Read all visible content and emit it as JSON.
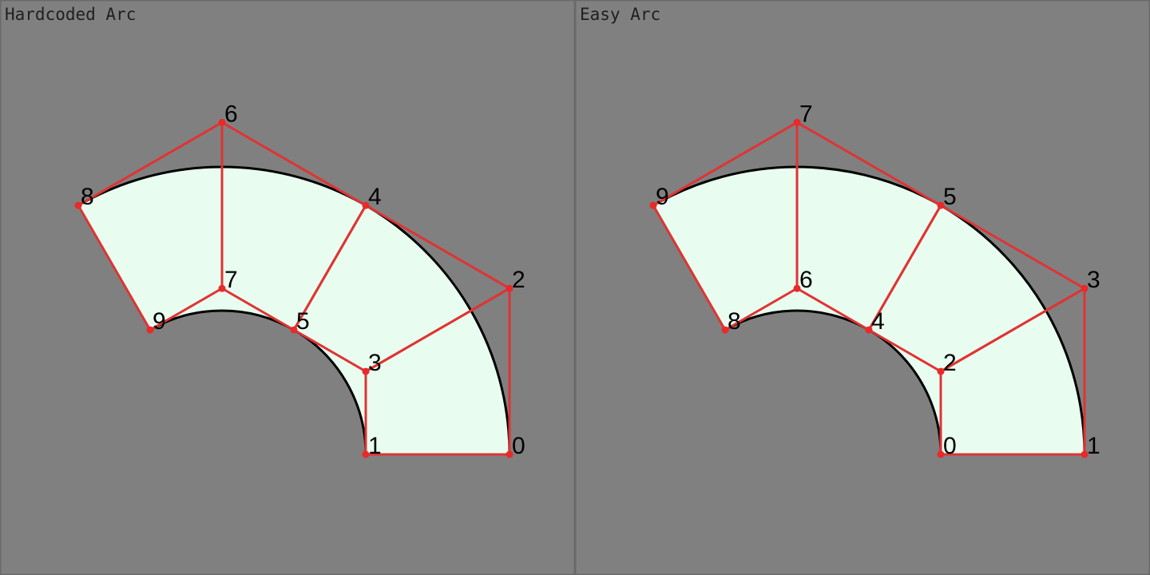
{
  "colors": {
    "background": "#808080",
    "band_fill": "#e8fdf0",
    "arc_edge": "#000000",
    "control_polygon": "#e03333",
    "control_point": "#e82a2a",
    "label": "#000000",
    "title_text": "#202020"
  },
  "panels": [
    {
      "title": "Hardcoded Arc",
      "points": [
        {
          "label": "0",
          "x": 1.0,
          "y": 0.0
        },
        {
          "label": "1",
          "x": 0.5,
          "y": 0.0
        },
        {
          "label": "2",
          "x": 1.0,
          "y": 0.5774
        },
        {
          "label": "3",
          "x": 0.5,
          "y": 0.2887
        },
        {
          "label": "4",
          "x": 0.5,
          "y": 0.866
        },
        {
          "label": "5",
          "x": 0.25,
          "y": 0.433
        },
        {
          "label": "6",
          "x": 0.0,
          "y": 1.1547
        },
        {
          "label": "7",
          "x": 0.0,
          "y": 0.5774
        },
        {
          "label": "8",
          "x": -0.5,
          "y": 0.866
        },
        {
          "label": "9",
          "x": -0.25,
          "y": 0.433
        }
      ]
    },
    {
      "title": "Easy Arc",
      "points": [
        {
          "label": "0",
          "x": 0.5,
          "y": 0.0
        },
        {
          "label": "1",
          "x": 1.0,
          "y": 0.0
        },
        {
          "label": "2",
          "x": 0.5,
          "y": 0.2887
        },
        {
          "label": "3",
          "x": 1.0,
          "y": 0.5774
        },
        {
          "label": "4",
          "x": 0.25,
          "y": 0.433
        },
        {
          "label": "5",
          "x": 0.5,
          "y": 0.866
        },
        {
          "label": "6",
          "x": 0.0,
          "y": 0.5774
        },
        {
          "label": "7",
          "x": 0.0,
          "y": 1.1547
        },
        {
          "label": "8",
          "x": -0.25,
          "y": 0.433
        },
        {
          "label": "9",
          "x": -0.5,
          "y": 0.866
        }
      ]
    }
  ]
}
